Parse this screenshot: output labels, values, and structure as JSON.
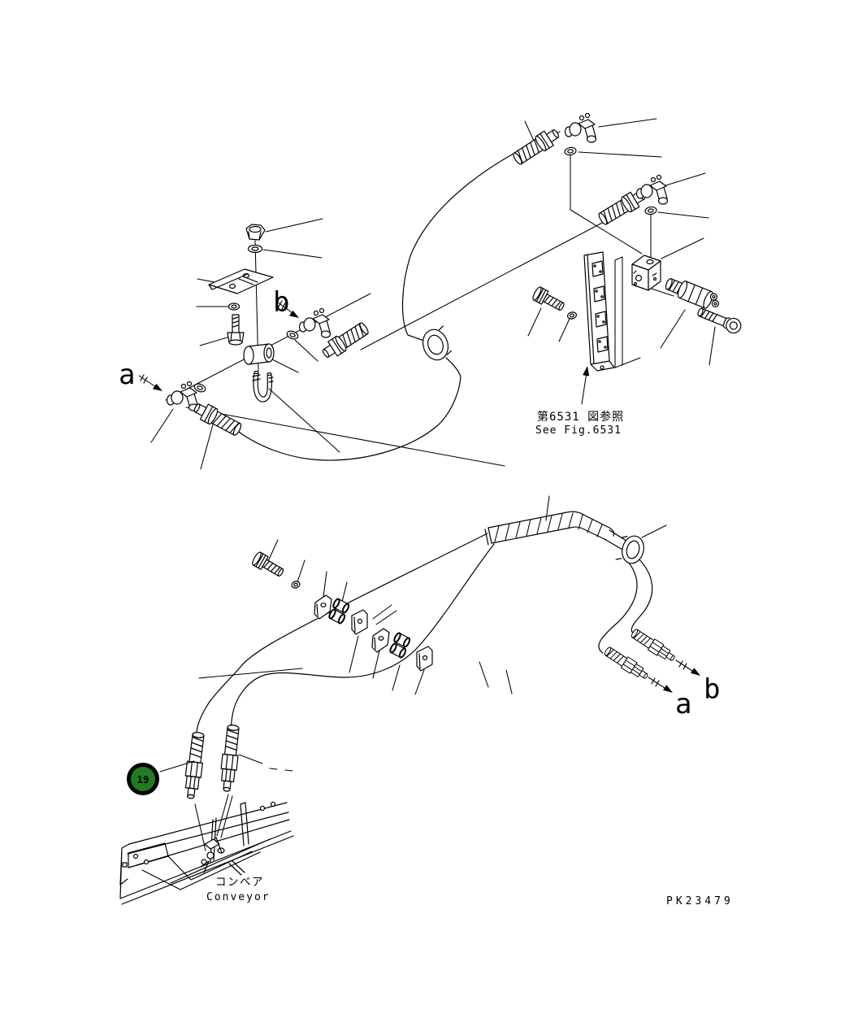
{
  "page": {
    "background": "#ffffff",
    "line_color": "#000000"
  },
  "part_callout": {
    "number": "19",
    "fill_color": "#1f7d1f",
    "ring_color": "#000000",
    "number_color": "#ffffff"
  },
  "section_labels": {
    "upper_a": "a",
    "upper_b": "b",
    "lower_a": "a",
    "lower_b": "b"
  },
  "reference_note": {
    "japanese": "第6531 図参照",
    "english": "See Fig.6531"
  },
  "conveyor_caption": {
    "japanese": "コンベア",
    "english": "Conveyor"
  },
  "drawing_number": "PK23479"
}
